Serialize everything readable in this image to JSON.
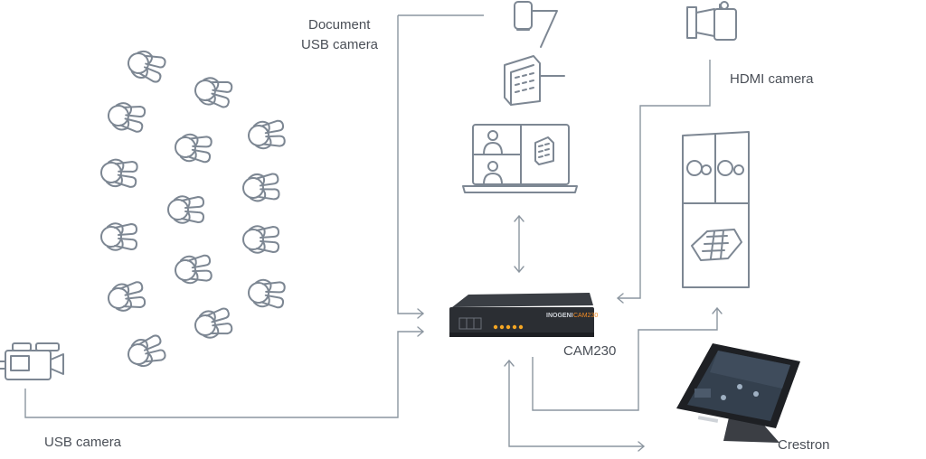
{
  "labels": {
    "document_camera_line1": "Document",
    "document_camera_line2": "USB camera",
    "hdmi_camera": "HDMI camera",
    "cam230": "CAM230",
    "usb_camera": "USB camera",
    "crestron": "Crestron"
  },
  "device": {
    "brand": "INOGENI",
    "model": "CAM230"
  },
  "colors": {
    "icon_stroke": "#7d8793",
    "wire": "#8c96a0",
    "device_body": "#2b2e33",
    "device_led": "#f5a623",
    "device_brand": "#f08a24",
    "label_text": "#4a4f57"
  },
  "icons": [
    "audience-icon",
    "document-camera-icon",
    "building-icon",
    "video-call-laptop-icon",
    "hdmi-camera-icon",
    "room-layout-icon",
    "usb-video-camera-icon",
    "crestron-touch-panel-icon"
  ]
}
